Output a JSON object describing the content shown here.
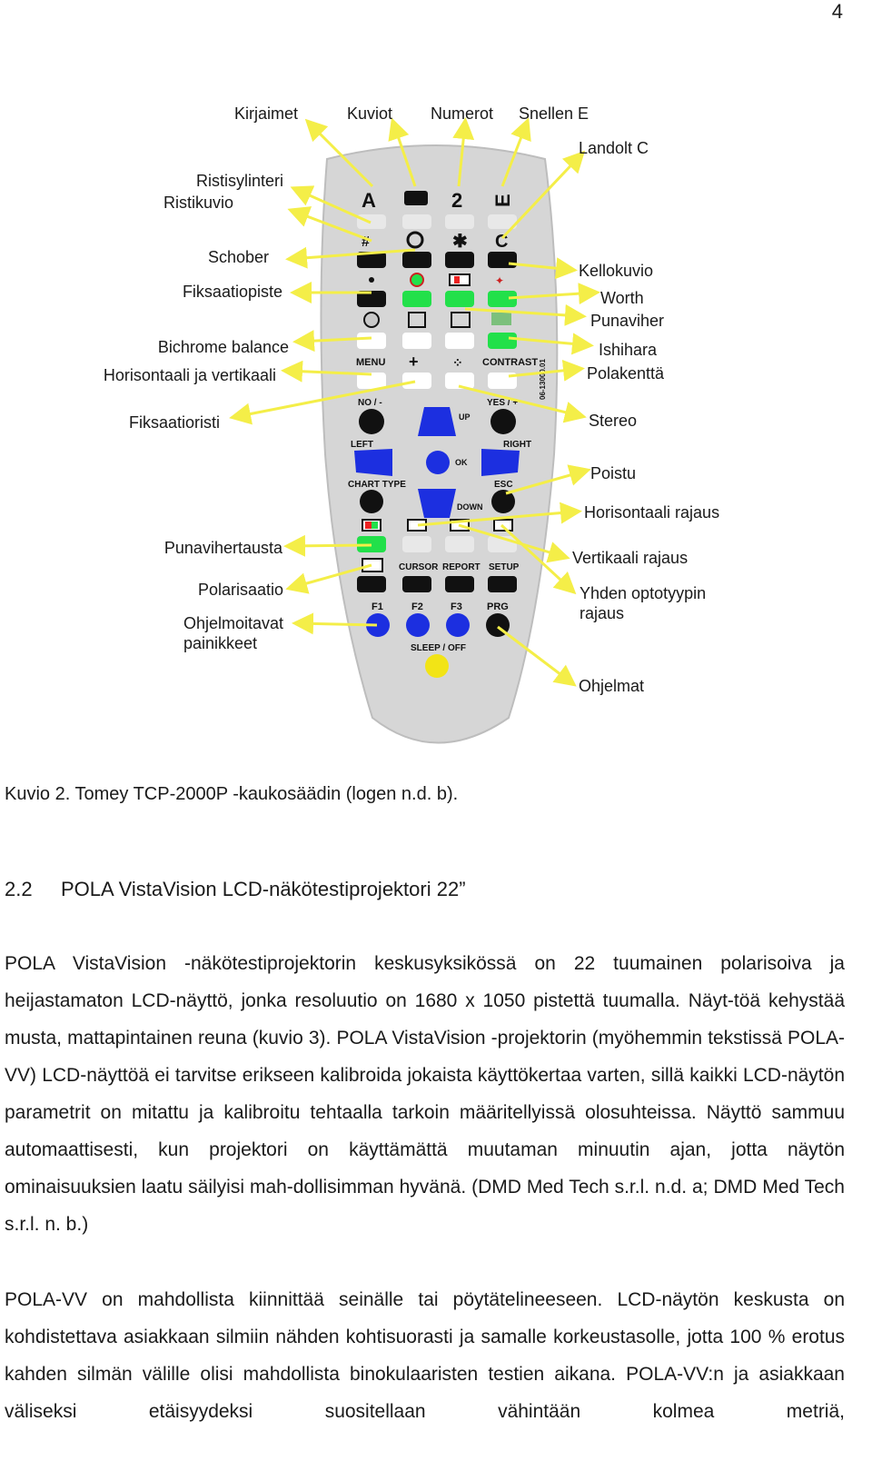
{
  "page_number": "4",
  "figure": {
    "labels_top": {
      "kirjaimet": "Kirjaimet",
      "kuviot": "Kuviot",
      "numerot": "Numerot",
      "snellen": "Snellen E",
      "landolt": "Landolt C"
    },
    "labels_left": {
      "ristisylinteri": "Ristisylinteri",
      "ristikuvio": "Ristikuvio",
      "schober": "Schober",
      "fiksaatiopiste": "Fiksaatiopiste",
      "bichrome": "Bichrome balance",
      "horis_vert": "Horisontaali ja vertikaali",
      "fiksaatioristi": "Fiksaatioristi",
      "punavihertausta": "Punavihertausta",
      "polarisaatio": "Polarisaatio",
      "ohjelmoitavat_1": "Ohjelmoitavat",
      "ohjelmoitavat_2": "painikkeet"
    },
    "labels_right": {
      "kellokuvio": "Kellokuvio",
      "worth": "Worth",
      "punaviher": "Punaviher",
      "ishihara": "Ishihara",
      "polakentta": "Polakenttä",
      "stereo": "Stereo",
      "poistu": "Poistu",
      "horisontaali_rajaus": "Horisontaali rajaus",
      "vertikaali_rajaus": "Vertikaali rajaus",
      "yhden_1": "Yhden optotyypin",
      "yhden_2": "rajaus",
      "ohjelmat": "Ohjelmat"
    },
    "remote_keys": {
      "menu": "MENU",
      "contrast": "CONTRAST",
      "serial": "06-13000.01",
      "no": "NO / -",
      "yes": "YES / +",
      "up": "UP",
      "left": "LEFT",
      "right": "RIGHT",
      "ok": "OK",
      "chart_type": "CHART TYPE",
      "esc": "ESC",
      "down": "DOWN",
      "cursor": "CURSOR",
      "report": "REPORT",
      "setup": "SETUP",
      "f1": "F1",
      "f2": "F2",
      "f3": "F3",
      "prg": "PRG",
      "sleep": "SLEEP / OFF",
      "glyph_a": "A",
      "glyph_2": "2",
      "glyph_e": "E",
      "glyph_c": "C"
    },
    "colors": {
      "remote_body": "#d6d6d6",
      "button_black": "#111111",
      "button_green": "#22e04a",
      "button_blue": "#1c2fe0",
      "button_yellow": "#f2e416",
      "arrow_yellow": "#f4ee48"
    }
  },
  "caption": "Kuvio 2. Tomey TCP-2000P -kaukosäädin (logen n.d. b).",
  "section": {
    "number": "2.2",
    "title": "POLA VistaVision LCD-näkötestiprojektori 22”"
  },
  "paragraphs": [
    "POLA VistaVision -näkötestiprojektorin keskusyksikössä on 22 tuumainen polarisoiva ja heijastamaton LCD-näyttö, jonka resoluutio on 1680 x 1050 pistettä tuumalla. Näyt-töä kehystää musta, mattapintainen reuna (kuvio 3). POLA VistaVision -projektorin (myöhemmin tekstissä POLA-VV) LCD-näyttöä ei tarvitse erikseen kalibroida jokaista käyttökertaa varten, sillä kaikki LCD-näytön parametrit on mitattu ja kalibroitu tehtaalla tarkoin määritellyissä olosuhteissa. Näyttö sammuu automaattisesti, kun projektori on käyttämättä muutaman minuutin ajan, jotta näytön ominaisuuksien laatu säilyisi mah-dollisimman hyvänä. (DMD Med Tech s.r.l. n.d. a; DMD Med Tech s.r.l. n. b.)",
    "POLA-VV on mahdollista kiinnittää seinälle tai pöytätelineeseen. LCD-näytön keskusta on kohdistettava asiakkaan silmiin nähden kohtisuorasti ja samalle korkeustasolle, jotta 100 % erotus kahden silmän välille olisi mahdollista binokulaaristen testien aikana. POLA-VV:n ja asiakkaan väliseksi etäisyydeksi suositellaan vähintään kolmea metriä,"
  ]
}
